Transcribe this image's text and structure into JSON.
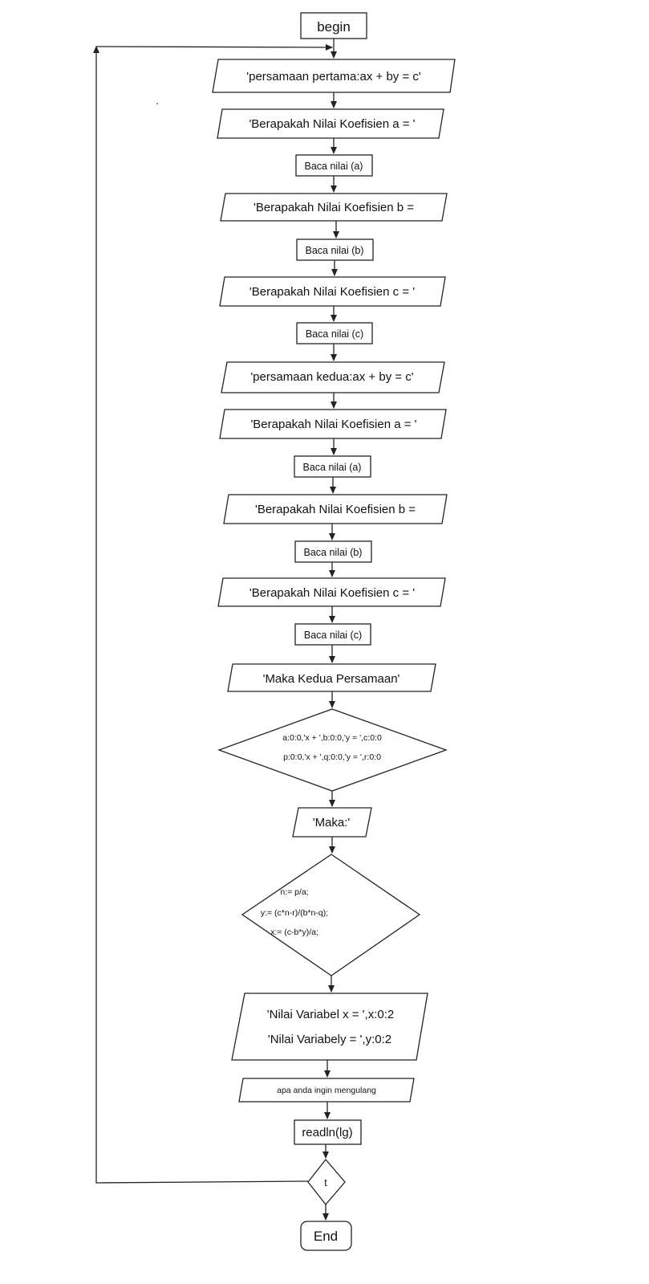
{
  "flowchart": {
    "begin": "begin",
    "io1": "'persamaan pertama:ax + by = c'",
    "io2": "'Berapakah Nilai Koefisien a = '",
    "p1": "Baca nilai (a)",
    "io3": "'Berapakah Nilai Koefisien b =",
    "p2": "Baca nilai (b)",
    "io4": "'Berapakah Nilai Koefisien c = '",
    "p3": "Baca nilai (c)",
    "io5": "'persamaan kedua:ax + by = c'",
    "io6": "'Berapakah Nilai Koefisien a = '",
    "p4": "Baca nilai (a)",
    "io7": "'Berapakah Nilai Koefisien b =",
    "p5": "Baca nilai (b)",
    "io8": "'Berapakah Nilai Koefisien c = '",
    "p6": "Baca nilai (c)",
    "io9": "'Maka Kedua Persamaan'",
    "d1_line1": "a:0:0,'x + ',b:0:0,'y = ',c:0:0",
    "d1_line2": "p:0:0,'x + ',q:0:0,'y = ',r:0:0",
    "io10": "'Maka:'",
    "d2_line1": "n:= p/a;",
    "d2_line2": "y:= (c*n-r)/(b*n-q);",
    "d2_line3": "x:= (c-b*y)/a;",
    "io11_line1": "'Nilai Variabel x = ',x:0:2",
    "io11_line2": "'Nilai Variabely = ',y:0:2",
    "io12": "apa anda ingin mengulang",
    "p7": "readln(lg)",
    "d3": "t",
    "end": "End"
  }
}
